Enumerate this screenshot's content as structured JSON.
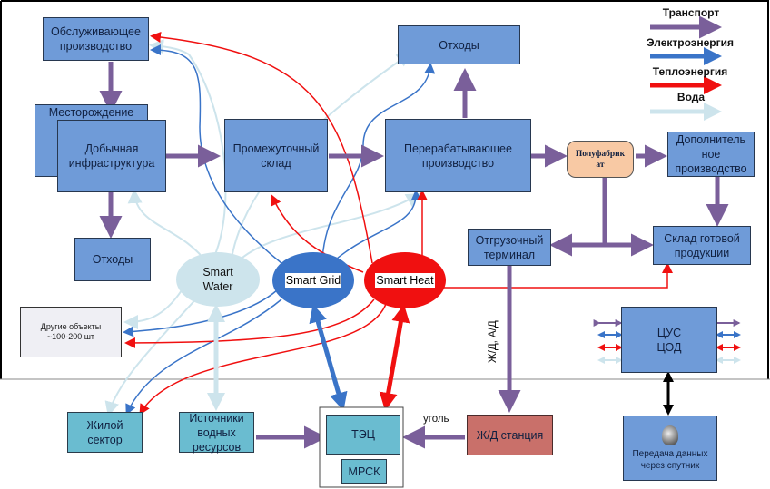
{
  "legend": {
    "items": [
      {
        "label": "Транспорт",
        "color": "#7a5f9a"
      },
      {
        "label": "Электроэнергия",
        "color": "#3a74c8"
      },
      {
        "label": "Теплоэнергия",
        "color": "#f01010"
      },
      {
        "label": "Вода",
        "color": "#cde4ec"
      }
    ]
  },
  "nodes": {
    "service_production": "Обслуживающее\nпроизводство",
    "deposit": "Месторождение",
    "mining_infra": "Добычная\nинфраструктура",
    "waste_left": "Отходы",
    "intermediate_storage": "Промежуточный\nсклад",
    "processing": "Перерабатывающее\nпроизводство",
    "waste_top": "Отходы",
    "semi_product": "Полуфабрик\nат",
    "additional_production": "Дополнитель\nное\nпроизводство",
    "finished_storage": "Склад готовой\nпродукции",
    "shipping_terminal": "Отгрузочный\nтерминал",
    "other_objects": "Другие объекты\n~100-200 шт",
    "residential": "Жилой\nсектор",
    "water_sources": "Источники\nводных\nресурсов",
    "chp": "ТЭЦ",
    "mrsk": "МРСК",
    "rail_station": "Ж/Д станция",
    "control_center": "ЦУС\nЦОД",
    "satellite": "Передача данных\nчерез спутник"
  },
  "hubs": {
    "smart_water": "Smart\nWater",
    "smart_grid": "Smart Grid",
    "smart_heat": "Smart Heat"
  },
  "labels": {
    "rail_road": "Ж/Д, А/Д",
    "coal": "уголь"
  },
  "colors": {
    "transport": "#7a5f9a",
    "electric": "#3a74c8",
    "heat": "#f01010",
    "water": "#cde4ec",
    "box_fill": "#6f9bd8"
  }
}
